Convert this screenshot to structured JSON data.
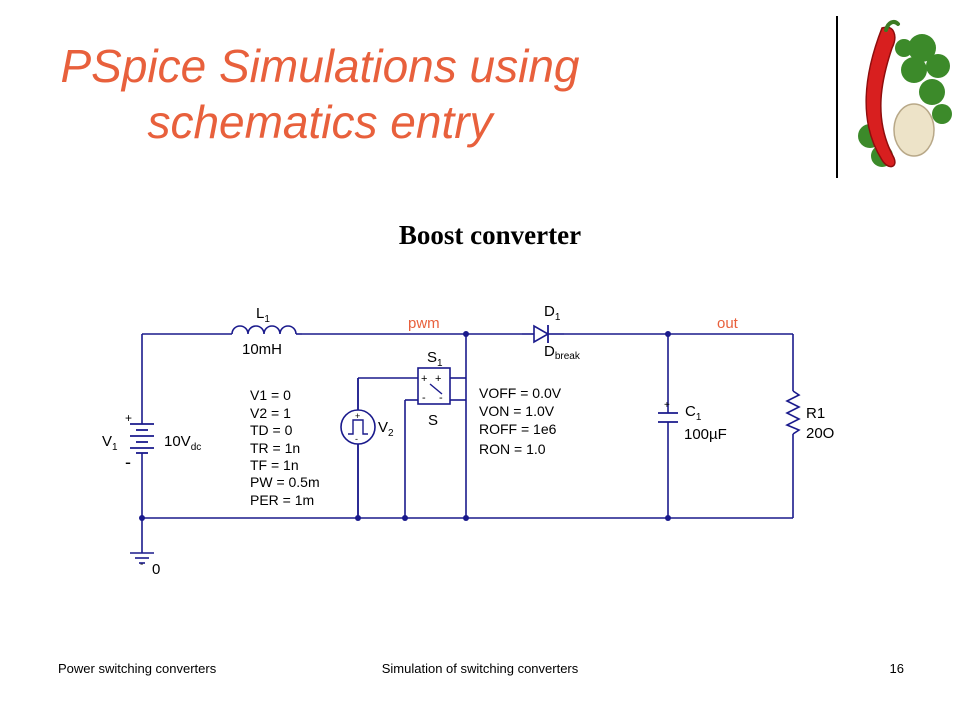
{
  "slide": {
    "title_line1": "PSpice Simulations using",
    "title_line2": "schematics entry",
    "subtitle": "Boost converter",
    "footer_left": "Power switching converters",
    "footer_center": "Simulation of switching converters",
    "page_number": "16"
  },
  "colors": {
    "title": "#e8603c",
    "net_label": "#e8603c",
    "wire": "#1a1a8c",
    "component": "#1a1a8c",
    "text": "#000000"
  },
  "schematic": {
    "net_pwm": "pwm",
    "net_out": "out",
    "inductor_name": "L",
    "inductor_sub": "1",
    "inductor_value": "10mH",
    "diode_name": "D",
    "diode_sub": "1",
    "diode_model": "D",
    "diode_model_sub": "break",
    "switch_name": "S",
    "switch_sub": "1",
    "switch_model": "S",
    "switch_params": [
      "VOFF = 0.0V",
      "VON = 1.0V",
      "ROFF = 1e6",
      "RON = 1.0"
    ],
    "source_name": "V",
    "source_sub": "1",
    "source_value": "10V",
    "source_value_sub": "dc",
    "pulse_name": "V",
    "pulse_sub": "2",
    "pulse_params": [
      "V1 = 0",
      "V2 = 1",
      "TD = 0",
      "TR = 1n",
      "TF = 1n",
      "PW = 0.5m",
      "PER = 1m"
    ],
    "cap_name": "C",
    "cap_sub": "1",
    "cap_value": "100µF",
    "res_name": "R1",
    "res_value": "20O",
    "ground_label": "0",
    "plus": "+",
    "minus": "-"
  }
}
